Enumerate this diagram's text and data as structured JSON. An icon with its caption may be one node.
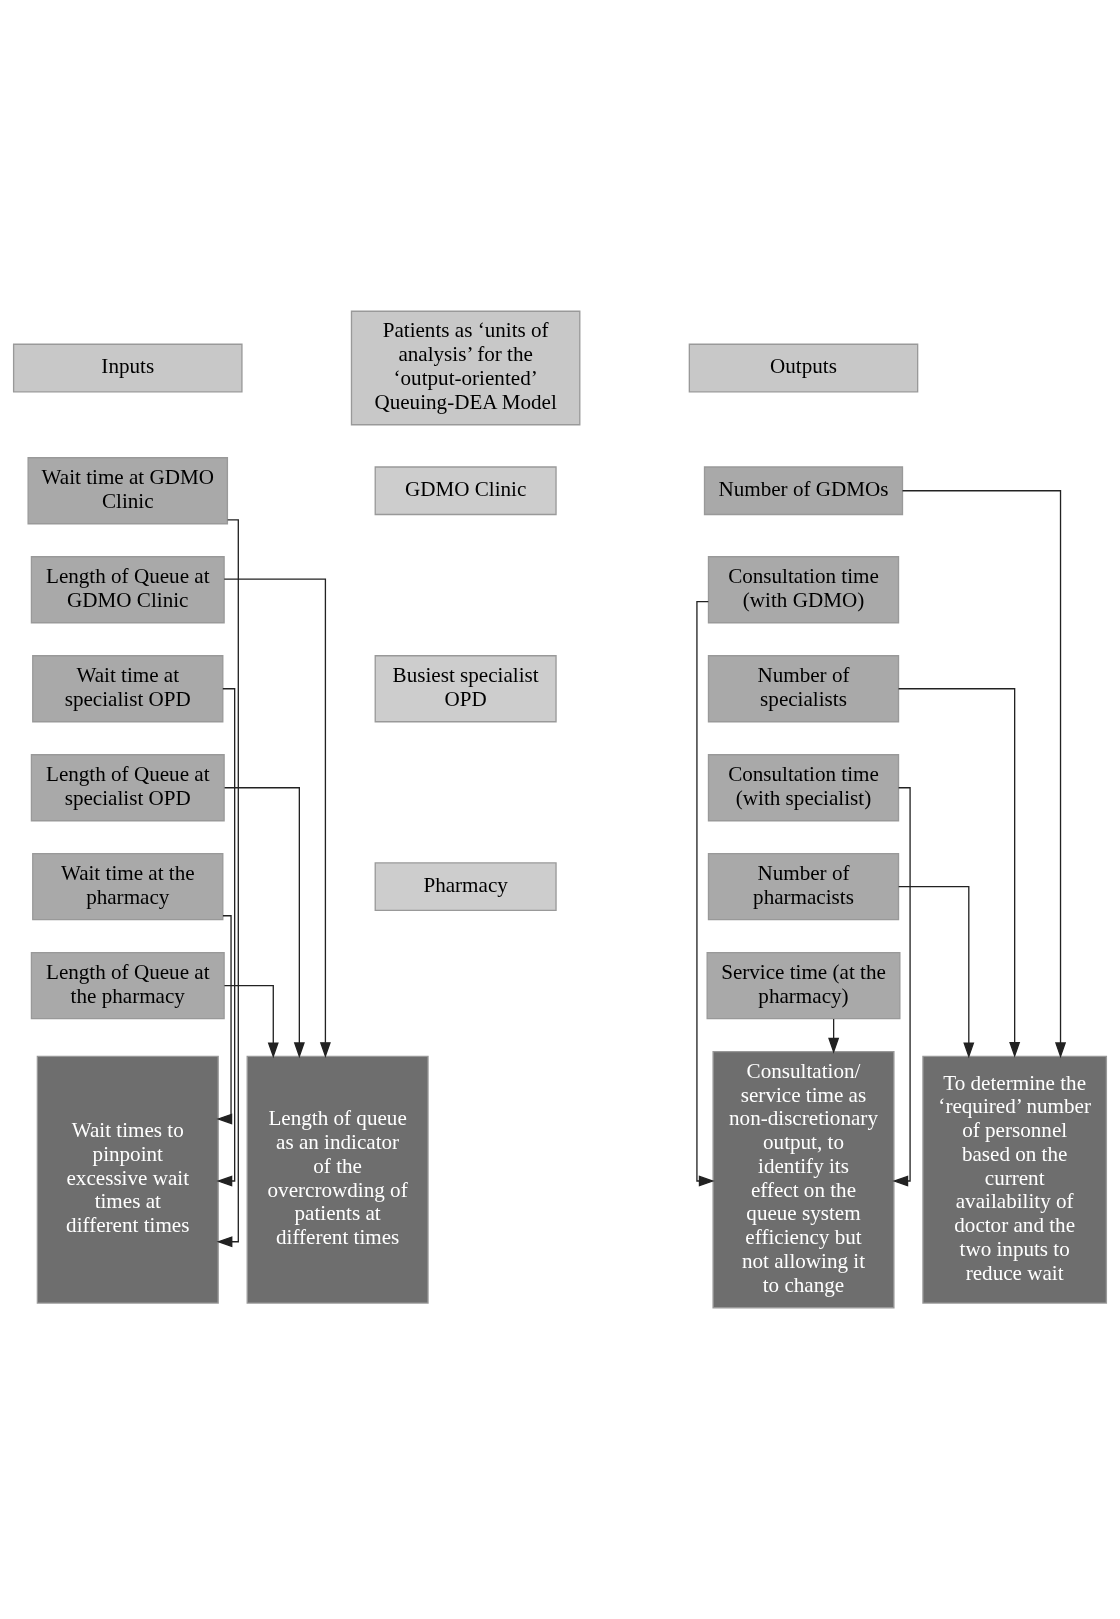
{
  "diagram": {
    "nodes": [
      {
        "text": [
          "Inputs"
        ]
      },
      {
        "text": [
          "Patients as ‘units of analysis’ for the ‘output-oriented’ Queuing-DEA Model"
        ]
      },
      {
        "text": [
          "Outputs"
        ]
      },
      {
        "text": [
          "Wait time at GDMO Clinic"
        ]
      },
      {
        "text": [
          "Length of Queue at GDMO Clinic"
        ]
      },
      {
        "text": [
          "GDMO Clinic"
        ]
      },
      {
        "text": [
          "Number of GDMOs"
        ]
      },
      {
        "text": [
          "Consultation time (with GDMO)"
        ]
      },
      {
        "text": [
          "Wait time at specialist OPD"
        ]
      },
      {
        "text": [
          "Length of Queue at specialist OPD"
        ]
      },
      {
        "text": [
          "Busiest specialist OPD"
        ]
      },
      {
        "text": [
          "Number of specialists"
        ]
      },
      {
        "text": [
          "Consultation time (with specialist)"
        ]
      },
      {
        "text": [
          "Wait time at the pharmacy"
        ]
      },
      {
        "text": [
          "Length of Queue at the pharmacy"
        ]
      },
      {
        "text": [
          "Pharmacy"
        ]
      },
      {
        "text": [
          "Number of pharmacists"
        ]
      },
      {
        "text": [
          "Service time (at the pharmacy)"
        ]
      },
      {
        "text": [
          "Wait times to pinpoint excessive wait times at different times"
        ]
      },
      {
        "text": [
          "Length of queue as an indicator of the overcrowding of patients at different times"
        ]
      },
      {
        "text": [
          "To determine the ‘required’ number of personnel based on the current availability of doctor and the two inputs to reduce wait"
        ]
      },
      {
        "text": [
          "Consultation/ service time as non-discretionary output, to identify its effect on the queue system efficiency but not allowing it to change"
        ]
      }
    ],
    "edges": [
      {
        "from": 3,
        "to": 18,
        "arrow": "to"
      },
      {
        "from": 8,
        "to": 18,
        "arrow": "to"
      },
      {
        "from": 13,
        "to": 18,
        "arrow": "to"
      },
      {
        "from": 4,
        "to": 19,
        "arrow": "to"
      },
      {
        "from": 9,
        "to": 19,
        "arrow": "to"
      },
      {
        "from": 14,
        "to": 19,
        "arrow": "to"
      },
      {
        "from": 6,
        "to": 20,
        "arrow": "to"
      },
      {
        "from": 11,
        "to": 20,
        "arrow": "to"
      },
      {
        "from": 16,
        "to": 20,
        "arrow": "to"
      },
      {
        "from": 7,
        "to": 21,
        "arrow": "to"
      },
      {
        "from": 12,
        "to": 21,
        "arrow": "to"
      },
      {
        "from": 17,
        "to": 21,
        "arrow": "to"
      }
    ]
  }
}
